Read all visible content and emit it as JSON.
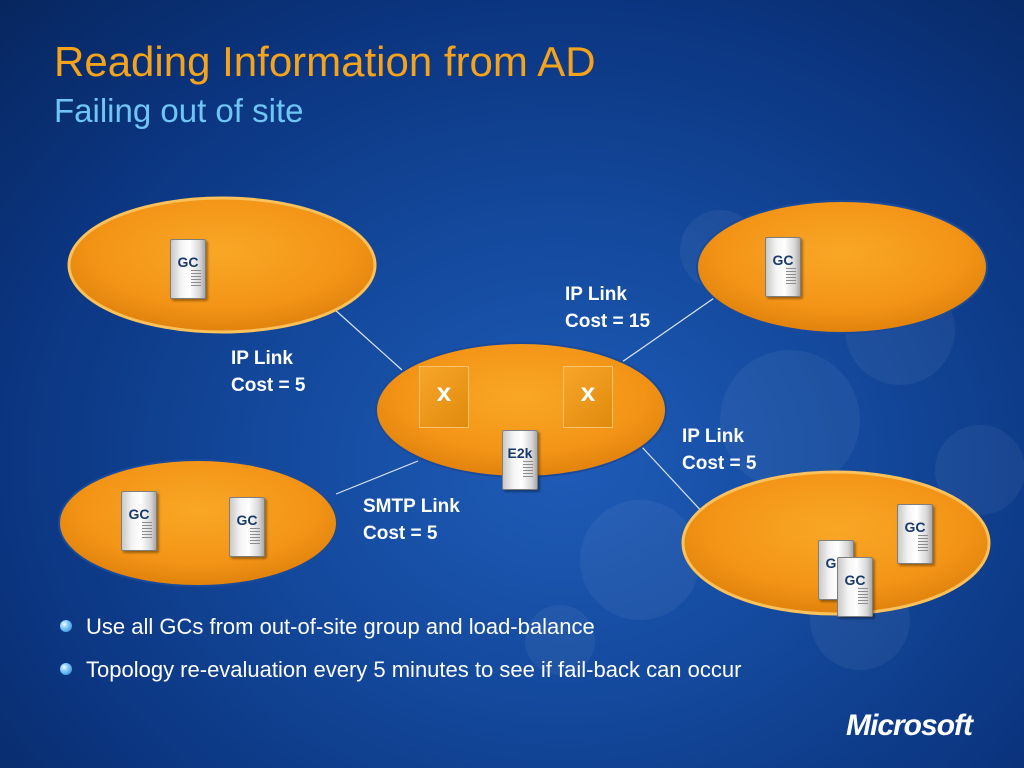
{
  "slide": {
    "title": "Reading Information from AD",
    "subtitle": "Failing out of site"
  },
  "links": [
    {
      "line1": "IP Link",
      "line2": "Cost = 5"
    },
    {
      "line1": "IP Link",
      "line2": "Cost = 15"
    },
    {
      "line1": "IP Link",
      "line2": "Cost = 5"
    },
    {
      "line1": "SMTP Link",
      "line2": "Cost = 5"
    }
  ],
  "servers": {
    "gc": "GC",
    "e2k": "E2k"
  },
  "failure_mark": "x",
  "bullets": [
    "Use all GCs from out-of-site group and load-balance",
    "Topology re-evaluation every 5 minutes to see if fail-back can occur"
  ],
  "logo": "Microsoft",
  "colors": {
    "title": "#f5a31a",
    "subtitle": "#6fc6f5",
    "site_fill": "#f59a1b",
    "background": "#0b3580"
  }
}
